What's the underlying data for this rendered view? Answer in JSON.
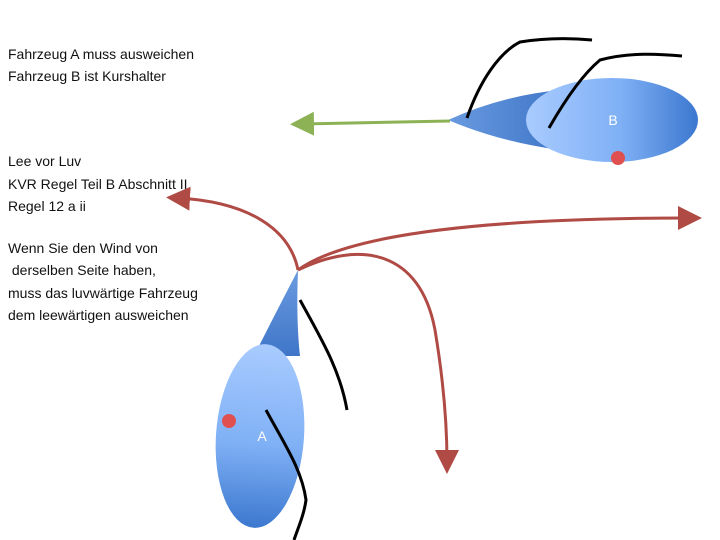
{
  "texts": {
    "vehicle_a_rule": "Fahrzeug A muss ausweichen",
    "vehicle_b_rule": "Fahrzeug B ist Kurshalter",
    "lee_vor_luv": "Lee vor Luv",
    "kvr_rule": "KVR Regel Teil B Abschnitt II",
    "rule_ref": "Regel 12 a ii",
    "explain_1": "Wenn Sie den Wind von",
    "explain_2": " derselben Seite haben,",
    "explain_3": "muss das luvwärtige Fahrzeug",
    "explain_4": "dem leewärtigen ausweichen"
  },
  "boats": {
    "a_label": "A",
    "b_label": "B"
  },
  "colors": {
    "boat_fill": "#5b8fd9",
    "arrow_green": "#8db255",
    "arrow_red": "#b04a45",
    "marker_red": "#e05050",
    "sail_line": "#000000"
  }
}
